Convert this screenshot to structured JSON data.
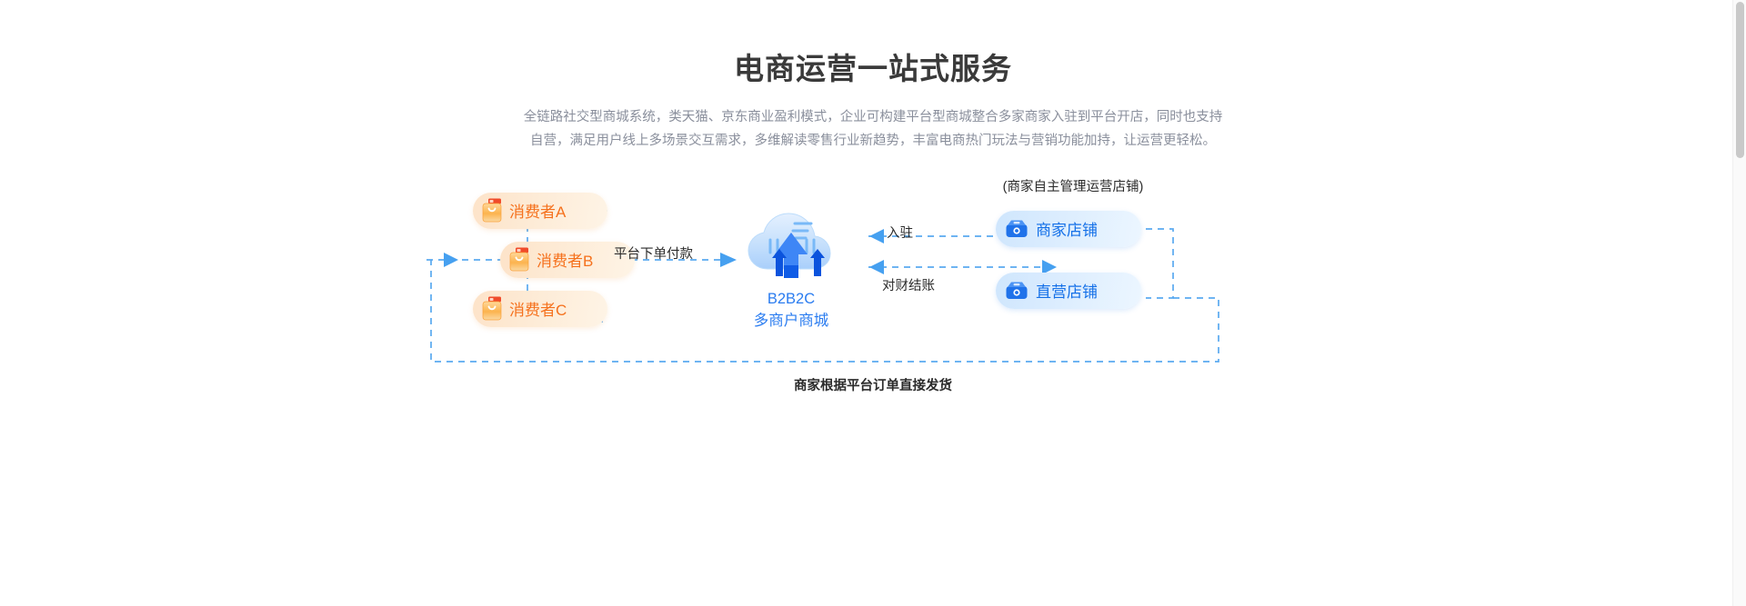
{
  "page": {
    "title": "电商运营一站式服务",
    "subtitle_lines": [
      "全链路社交型商城系统，类天猫、京东商业盈利模式，企业可构建平台型商城整合多家商家入驻到平台开店，同时也支持",
      "自营，满足用户线上多场景交互需求，多维解读零售行业新趋势，丰富电商热门玩法与营销功能加持，让运营更轻松。"
    ]
  },
  "colors": {
    "title": "#3a3a3a",
    "subtitle": "#8a8f9c",
    "consumer_text": "#f5711d",
    "consumer_pill_bg": "#fdebd6",
    "shop_text": "#1470e8",
    "shop_pill_bg": "#dcedfe",
    "cloud_label": "#2a7cf0",
    "dashed_line": "#5aa9f0",
    "arrow": "#46a0f0"
  },
  "diagram": {
    "type": "flow",
    "consumers": [
      {
        "label": "消费者A",
        "icon": "shopping-bag-icon"
      },
      {
        "label": "消费者B",
        "icon": "shopping-bag-icon"
      },
      {
        "label": "消费者C",
        "icon": "shopping-bag-icon"
      }
    ],
    "center": {
      "icon": "cloud-upload-icon",
      "line1": "B2B2C",
      "line2": "多商户商城"
    },
    "shops": {
      "caption": "(商家自主管理运营店铺)",
      "items": [
        {
          "label": "商家店铺",
          "icon": "storefront-icon"
        },
        {
          "label": "直营店铺",
          "icon": "storefront-icon"
        }
      ]
    },
    "flows": [
      {
        "name": "consumer-to-platform",
        "label": "平台下单付款",
        "direction": "right"
      },
      {
        "name": "shop-to-platform",
        "label": "入驻",
        "direction": "left"
      },
      {
        "name": "platform-to-shop",
        "label": "对财结账",
        "direction": "right"
      }
    ],
    "bottom_caption": "商家根据平台订单直接发货"
  },
  "scrollbar": {
    "name": "page-scrollbar"
  }
}
